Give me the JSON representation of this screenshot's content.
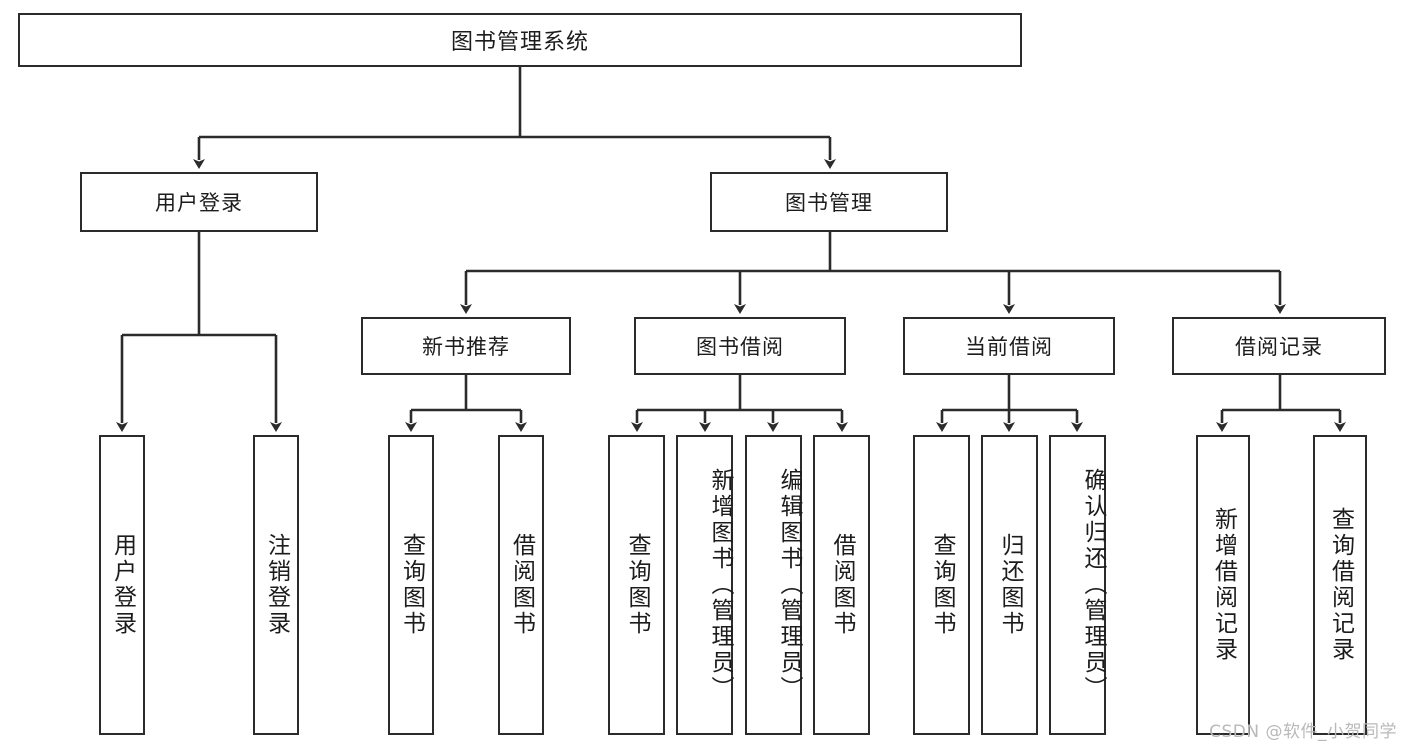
{
  "diagram": {
    "title": "图书管理系统",
    "type": "tree",
    "stroke_color": "#2b2b2b",
    "background_color": "#ffffff",
    "text_color": "#1c1c1c"
  },
  "root": {
    "label": "图书管理系统"
  },
  "level2": [
    {
      "label": "用户登录"
    },
    {
      "label": "图书管理"
    }
  ],
  "level3": [
    {
      "label": "新书推荐"
    },
    {
      "label": "图书借阅"
    },
    {
      "label": "当前借阅"
    },
    {
      "label": "借阅记录"
    }
  ],
  "leaves": {
    "user_login": [
      {
        "label": "用户登录"
      },
      {
        "label": "注销登录"
      }
    ],
    "new_book": [
      {
        "label": "查询图书"
      },
      {
        "label": "借阅图书"
      }
    ],
    "book_borrow": [
      {
        "label": "查询图书"
      },
      {
        "label": "新增图书（管理员）"
      },
      {
        "label": "编辑图书（管理员）"
      },
      {
        "label": "借阅图书"
      }
    ],
    "current_borrow": [
      {
        "label": "查询图书"
      },
      {
        "label": "归还图书"
      },
      {
        "label": "确认归还（管理员）"
      }
    ],
    "borrow_record": [
      {
        "label": "新增借阅记录"
      },
      {
        "label": "查询借阅记录"
      }
    ]
  },
  "watermark": {
    "text": "CSDN @软件_小贺同学"
  }
}
